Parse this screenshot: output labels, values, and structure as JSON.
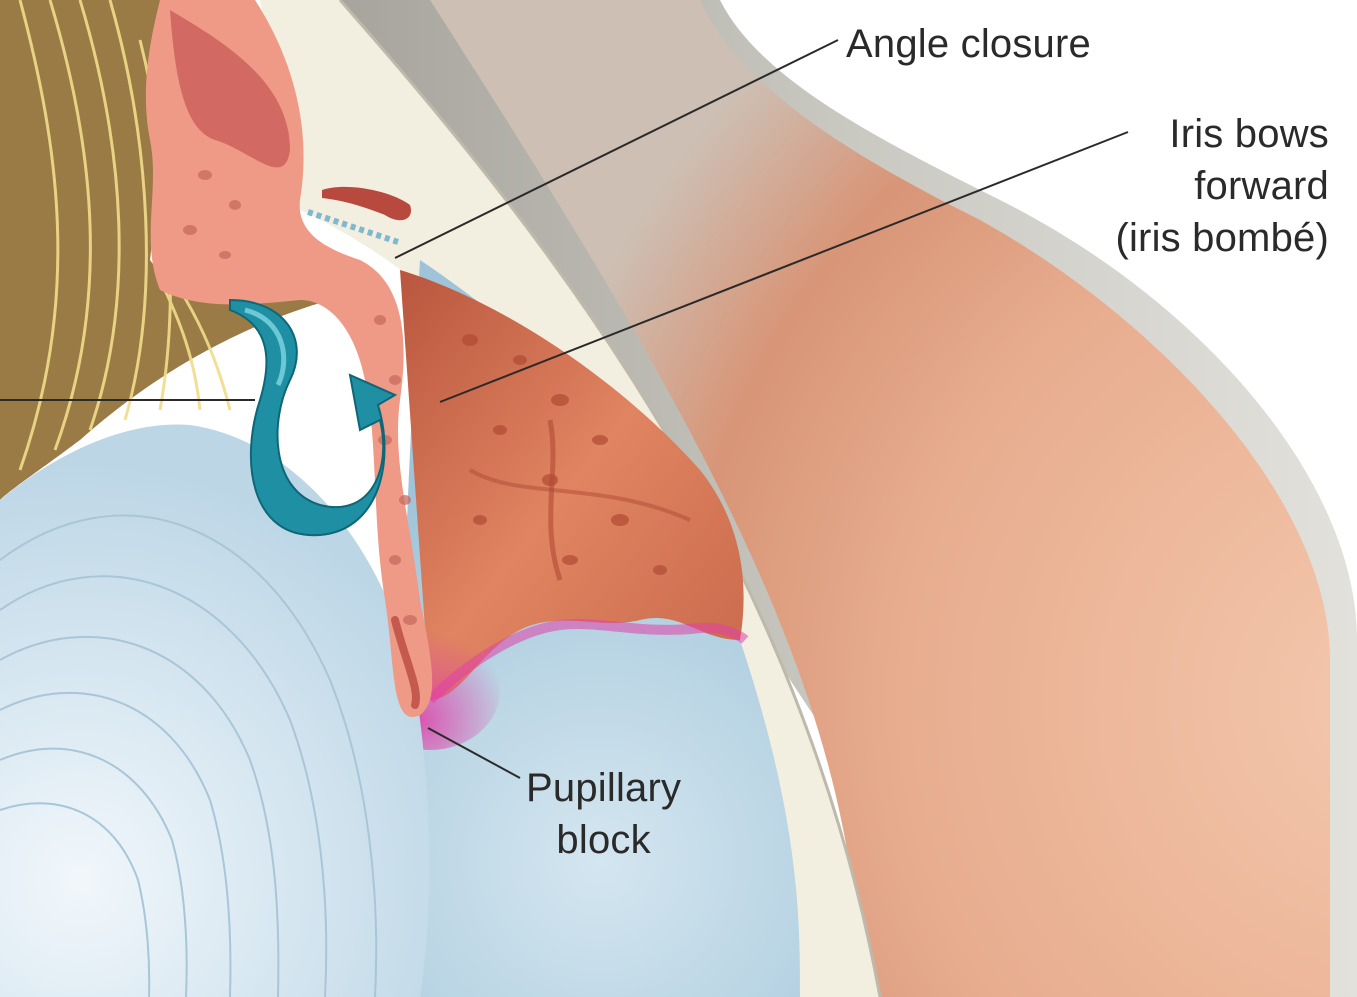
{
  "labels": {
    "angle_closure": "Angle closure",
    "iris_bombe": [
      "Iris bows",
      "forward",
      "(iris bombé)"
    ],
    "pupillary_block": [
      "Pupillary",
      "block"
    ]
  },
  "colors": {
    "sclera_gray": "#c9c8c1",
    "cornea_cream": "#f3efe0",
    "iris_salmon": "#ee9a86",
    "iris_back": "#cf6a4c",
    "lens_blue": "#cfe2ee",
    "chamber_blue": "#b9d6e6",
    "ciliary_brown": "#9a7a45",
    "arrow_teal": "#1f8fa3",
    "block_magenta": "#e040a8",
    "globe_peach": "#e8ad8f",
    "leader_line": "#2a2a2a"
  },
  "icons": [
    "curved-aqueous-flow-arrow-icon"
  ]
}
